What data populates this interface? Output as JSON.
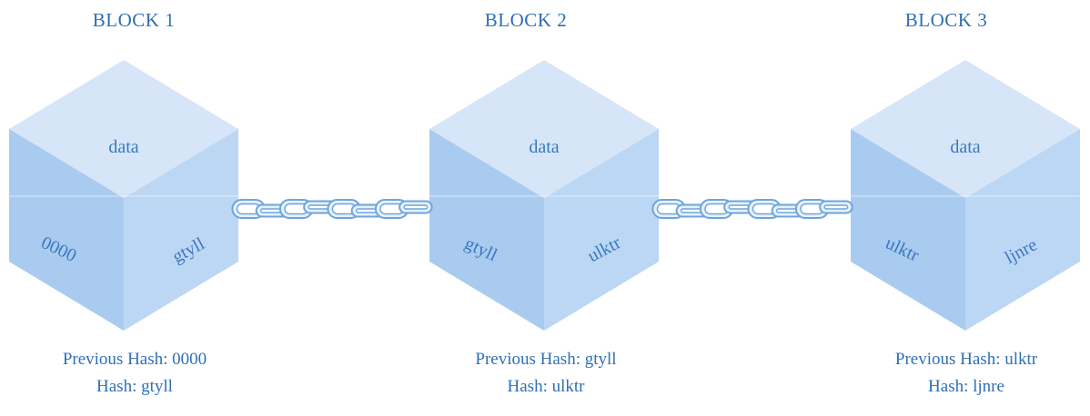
{
  "diagram": {
    "blocks": [
      {
        "title": "BLOCK 1",
        "top_label": "data",
        "left_face_label": "0000",
        "right_face_label": "gtyll",
        "previous_hash_line": "Previous Hash: 0000",
        "hash_line": "Hash: gtyll"
      },
      {
        "title": "BLOCK 2",
        "top_label": "data",
        "left_face_label": "gtyll",
        "right_face_label": "ulktr",
        "previous_hash_line": "Previous Hash: gtyll",
        "hash_line": "Hash: ulktr"
      },
      {
        "title": "BLOCK 3",
        "top_label": "data",
        "left_face_label": "ulktr",
        "right_face_label": "ljnre",
        "previous_hash_line": "Previous Hash: ulktr",
        "hash_line": "Hash: ljnre"
      }
    ],
    "colors": {
      "text": "#2f6fb4",
      "cube_top": "#d6e6f8",
      "cube_left": "#a9cbf0",
      "cube_right": "#bcd7f4",
      "chain_fill": "#e6f1fc",
      "chain_stroke": "#6ea4dc"
    },
    "icons": [
      "cube-icon",
      "chain-icon"
    ]
  }
}
